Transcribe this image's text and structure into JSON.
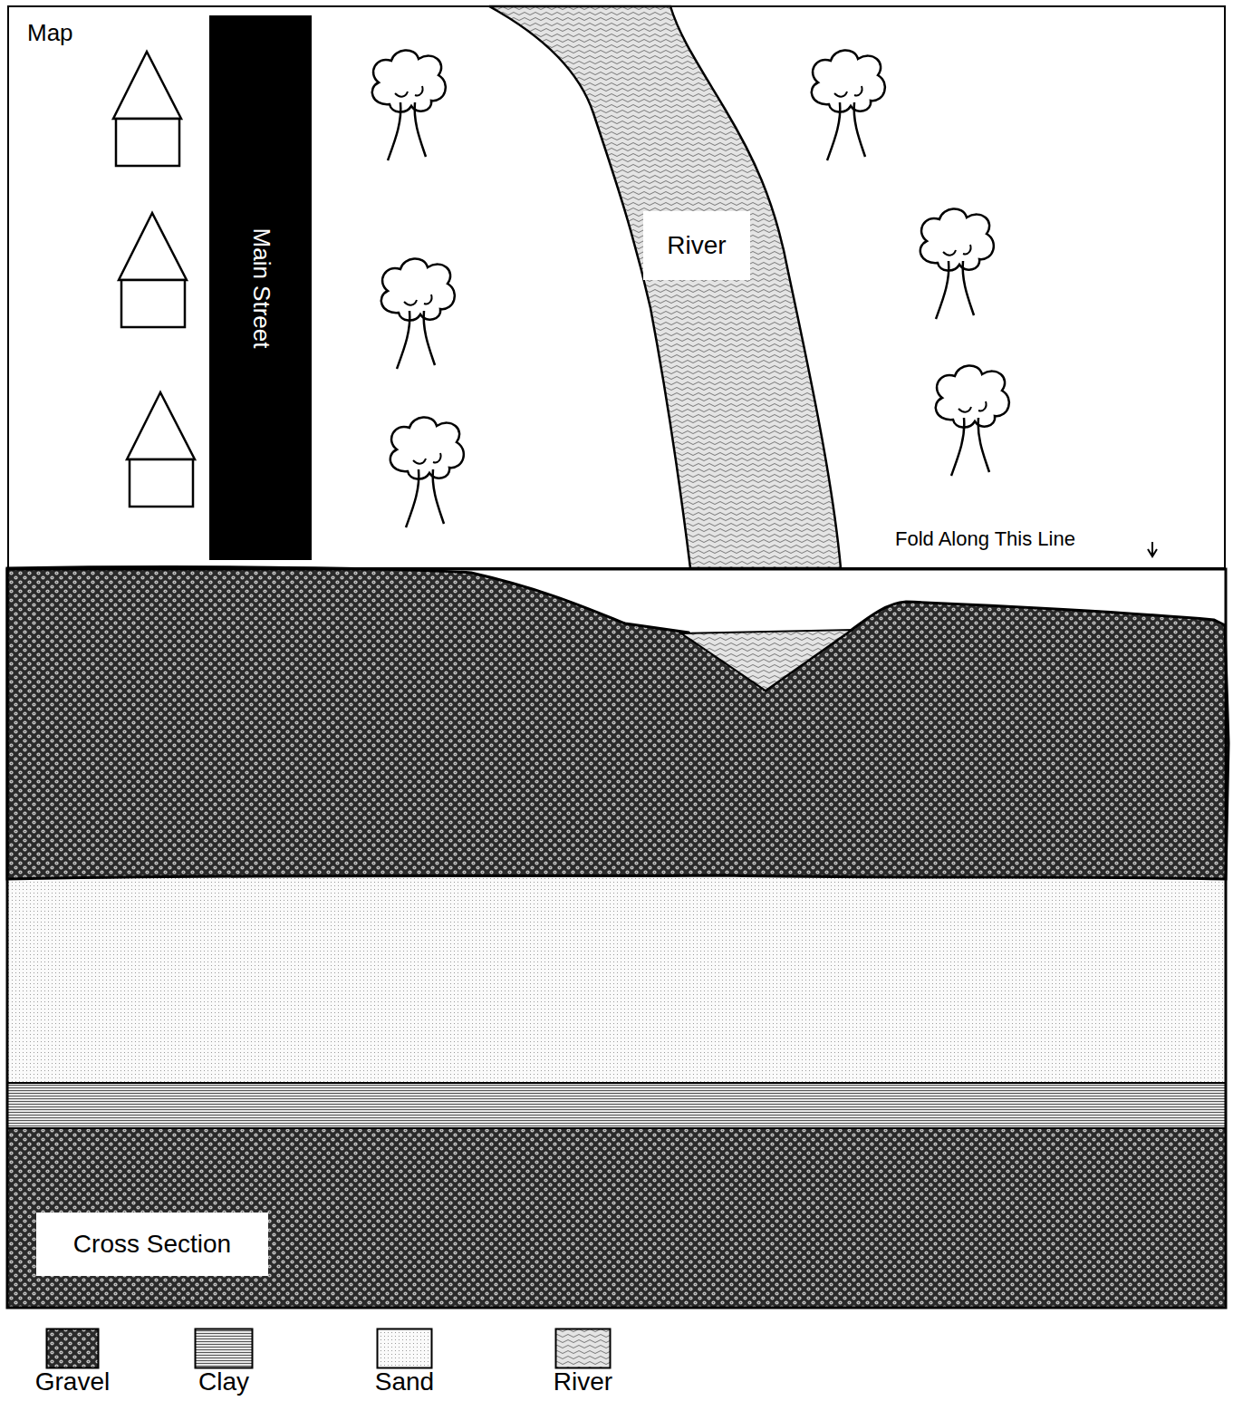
{
  "diagram": {
    "nodes": [
      {
        "text": [
          "Map"
        ]
      },
      {
        "text": [
          "Main Street"
        ],
        "in": 0
      },
      {
        "text": [
          "River"
        ],
        "in": 0
      },
      {
        "text": [
          "Cross Section"
        ]
      }
    ],
    "labels": [
      "Fold Along This Line"
    ],
    "legend": [
      {
        "text": "Gravel"
      },
      {
        "text": "Clay"
      },
      {
        "text": "Sand"
      },
      {
        "text": "River"
      }
    ]
  }
}
